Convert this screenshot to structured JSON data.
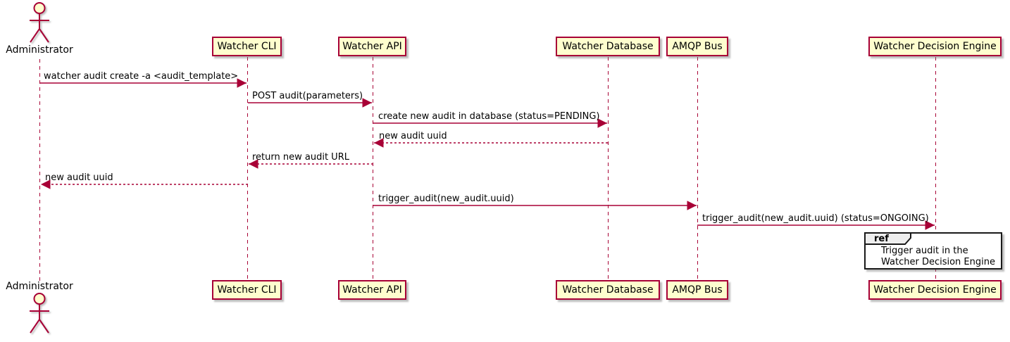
{
  "diagram": {
    "type": "plantuml-sequence",
    "actor": {
      "name": "Administrator"
    },
    "participants": [
      {
        "name": "Watcher CLI"
      },
      {
        "name": "Watcher API"
      },
      {
        "name": "Watcher Database"
      },
      {
        "name": "AMQP Bus"
      },
      {
        "name": "Watcher Decision Engine"
      }
    ],
    "messages": [
      {
        "label": "watcher audit create -a <audit_template>",
        "from": "Administrator",
        "to": "Watcher CLI",
        "style": "solid"
      },
      {
        "label": "POST audit(parameters)",
        "from": "Watcher CLI",
        "to": "Watcher API",
        "style": "solid"
      },
      {
        "label": "create new audit in database (status=PENDING)",
        "from": "Watcher API",
        "to": "Watcher Database",
        "style": "solid"
      },
      {
        "label": "new audit uuid",
        "from": "Watcher Database",
        "to": "Watcher API",
        "style": "dashed"
      },
      {
        "label": "return new audit URL",
        "from": "Watcher API",
        "to": "Watcher CLI",
        "style": "dashed"
      },
      {
        "label": "new audit uuid",
        "from": "Watcher CLI",
        "to": "Administrator",
        "style": "dashed"
      },
      {
        "label": "trigger_audit(new_audit.uuid)",
        "from": "Watcher API",
        "to": "AMQP Bus",
        "style": "solid"
      },
      {
        "label": "trigger_audit(new_audit.uuid) (status=ONGOING)",
        "from": "AMQP Bus",
        "to": "Watcher Decision Engine",
        "style": "solid"
      }
    ],
    "ref": {
      "keyword": "ref",
      "lines": [
        "Trigger audit in the",
        "Watcher Decision Engine"
      ],
      "over": "Watcher Decision Engine"
    },
    "colors": {
      "participant_fill": "#FEFECE",
      "stroke": "#A80036",
      "text": "#000000",
      "ref_header_fill": "#EEEEEE",
      "ref_border": "#1A1A1A"
    }
  }
}
